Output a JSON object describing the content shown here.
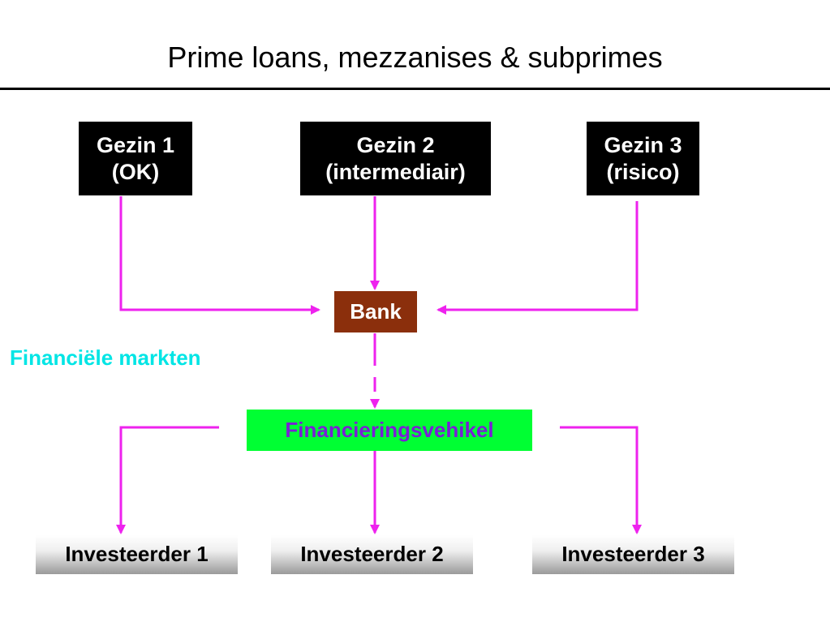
{
  "title": "Prime loans, mezzanises & subprimes",
  "colors": {
    "arrow": "#ee22ee",
    "household_bg": "#000000",
    "bank_bg": "#8b2f0c",
    "bank_text": "#ffffff",
    "vehicle_bg": "#00ff33",
    "vehicle_text": "#7a1fd6",
    "markets_text": "#00e5e5"
  },
  "households": [
    {
      "line1": "Gezin 1",
      "line2": "(OK)"
    },
    {
      "line1": "Gezin 2",
      "line2": "(intermediair)"
    },
    {
      "line1": "Gezin 3",
      "line2": "(risico)"
    }
  ],
  "bank": {
    "label": "Bank"
  },
  "markets": {
    "label": "Financiële markten"
  },
  "vehicle": {
    "label": "Financieringsvehikel"
  },
  "investors": [
    {
      "label": "Investeerder 1"
    },
    {
      "label": "Investeerder 2"
    },
    {
      "label": "Investeerder 3"
    }
  ]
}
